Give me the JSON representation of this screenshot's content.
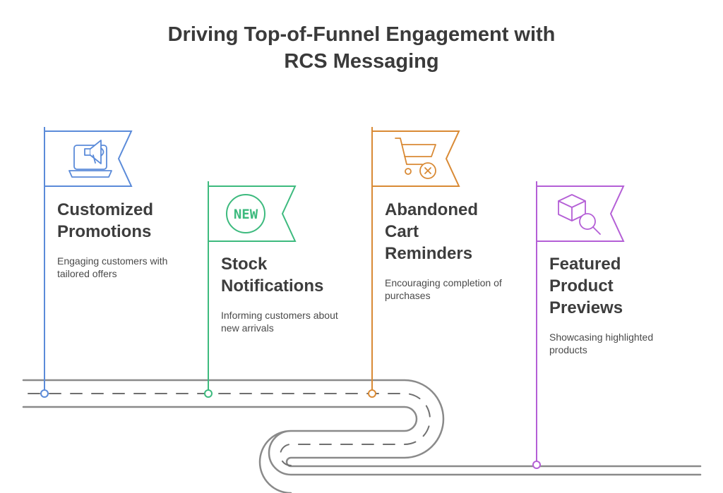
{
  "title": {
    "line1": "Driving Top-of-Funnel Engagement with",
    "line2": "RCS Messaging"
  },
  "milestones": [
    {
      "heading_lines": [
        "Customized",
        "Promotions"
      ],
      "description": "Engaging customers with tailored offers",
      "color": "#5b8bd9",
      "icon": "megaphone-laptop-icon"
    },
    {
      "heading_lines": [
        "Stock",
        "Notifications"
      ],
      "description": "Informing customers about new arrivals",
      "color": "#3dba7e",
      "icon": "new-badge-icon",
      "icon_text": "NEW"
    },
    {
      "heading_lines": [
        "Abandoned",
        "Cart",
        "Reminders"
      ],
      "description": "Encouraging completion of purchases",
      "color": "#d98a35",
      "icon": "cart-remove-icon"
    },
    {
      "heading_lines": [
        "Featured",
        "Product",
        "Previews"
      ],
      "description": "Showcasing highlighted products",
      "color": "#b45fd6",
      "icon": "box-search-icon"
    }
  ],
  "road": {
    "edge_color": "#8a8a8a",
    "dash_color": "#6f6f6f"
  }
}
